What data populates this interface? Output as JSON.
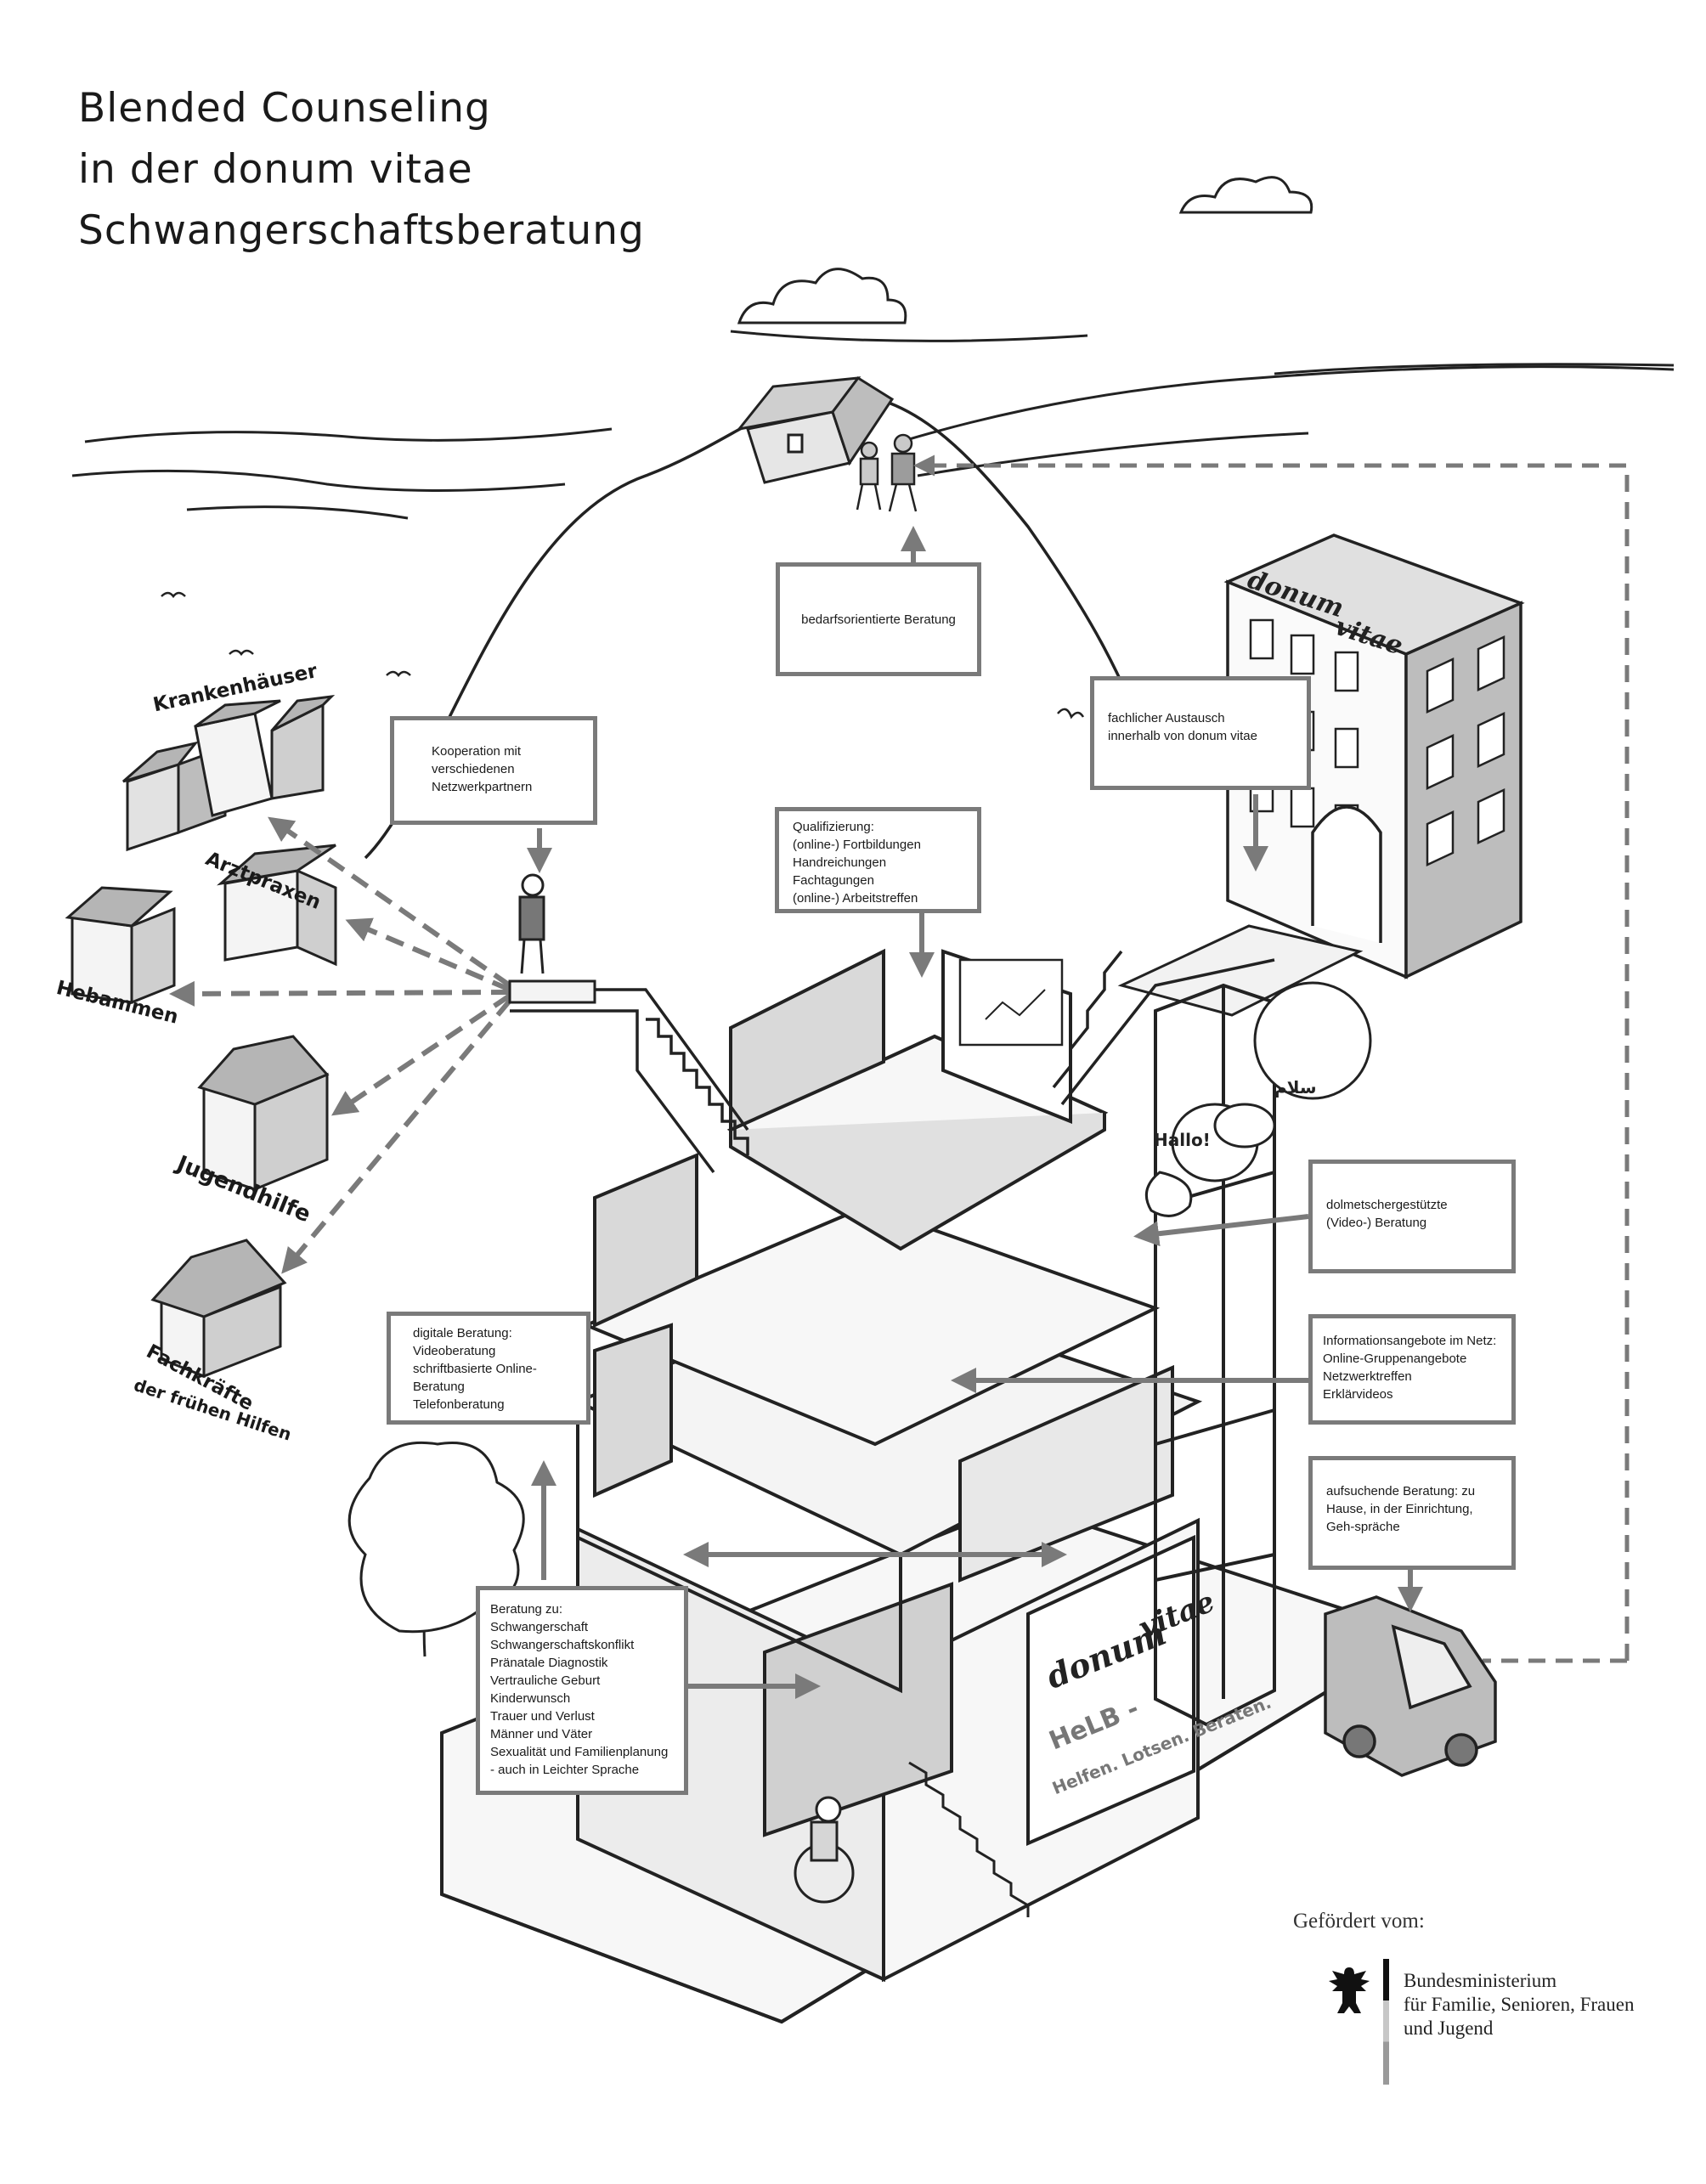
{
  "title": {
    "lines": [
      "Blended Counseling",
      "in der donum vitae",
      "Schwangerschaftsberatung"
    ]
  },
  "boxes": {
    "bedarfsorientiert": {
      "lines": [
        "bedarfsorientierte Beratung"
      ]
    },
    "fachlicher_austausch": {
      "lines": [
        "fachlicher Austausch",
        "innerhalb von donum vitae"
      ]
    },
    "kooperation": {
      "lines": [
        "Kooperation mit",
        "verschiedenen",
        "Netzwerkpartnern"
      ]
    },
    "qualifizierung": {
      "lines": [
        "Qualifizierung:",
        "(online-) Fortbildungen",
        "Handreichungen",
        "Fachtagungen",
        "(online-) Arbeitstreffen"
      ]
    },
    "dolmetscher": {
      "lines": [
        "dolmetschergestützte",
        "(Video-) Beratung"
      ]
    },
    "informationsangebote": {
      "lines": [
        "Informationsangebote im Netz:",
        "Online-Gruppenangebote",
        "Netzwerktreffen",
        "Erklärvideos"
      ]
    },
    "aufsuchend": {
      "lines": [
        "aufsuchende Beratung: zu",
        "Hause, in der Einrichtung,",
        "Geh-spräche"
      ]
    },
    "digitale": {
      "lines": [
        "digitale Beratung:",
        "Videoberatung",
        "schriftbasierte Online-",
        "Beratung",
        "Telefonberatung"
      ]
    },
    "beratung_zu": {
      "lines": [
        "Beratung zu:",
        "Schwangerschaft",
        "Schwangerschaftskonflikt",
        "Pränatale Diagnostik",
        "Vertrauliche Geburt",
        "Kinderwunsch",
        "Trauer und Verlust",
        "Männer und Väter",
        "Sexualität und Familienplanung",
        "- auch in Leichter Sprache"
      ]
    }
  },
  "network_labels": {
    "krankenhaeuser": "Krankenhäuser",
    "arztpraxen": "Arztpraxen",
    "hebammen": "Hebammen",
    "jugendhilfe": "Jugendhilfe",
    "fachkraefte_1": "Fachkräfte",
    "fachkraefte_2": "der frühen Hilfen"
  },
  "bubbles": {
    "hallo": "Hallo!",
    "salam": "سلام"
  },
  "signs": {
    "donum": "donum",
    "vitae": "vitae",
    "helb": "HeLB -",
    "helb_sub": "Helfen. Lotsen. Beraten."
  },
  "funding": {
    "label": "Gefördert vom:",
    "ministry_lines": [
      "Bundesministerium",
      "für Familie, Senioren, Frauen",
      "und Jugend"
    ]
  },
  "colors": {
    "line": "#1f1f1f",
    "box_border": "#7a7a7a",
    "arrow": "#7a7a7a",
    "wall_fill": "#d9d9d9",
    "floor_fill": "#f4f4f4"
  }
}
